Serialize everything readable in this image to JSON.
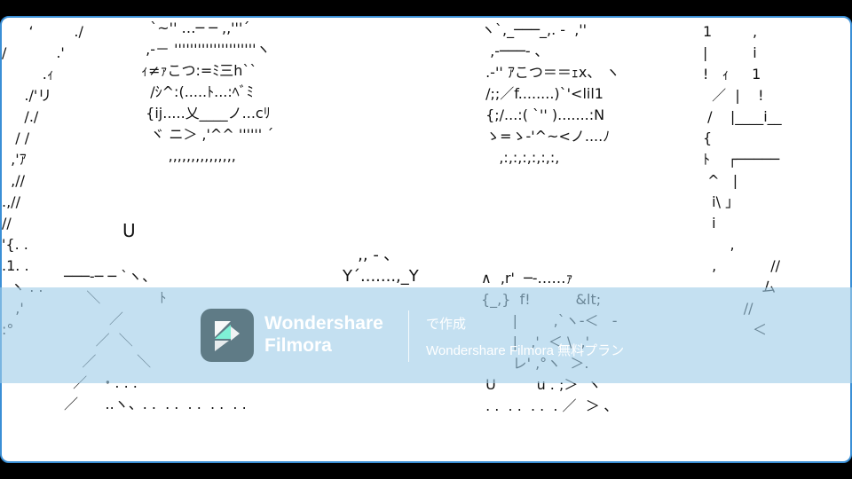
{
  "ascii_art": {
    "top_left_slashes": "      ‘         ./\n/           .'\n         .ｨ\n     ./'リ\n     /./\n   / /\n  ,'ｱ\n  ,//\n.,//\n//\n'{. .\n.1. .\n  ヽ . .\n   ,'\n:°",
    "left_face": "   `~'' …─ ─ ,,'''´\n  ,-－ '''''''''''''''''''''ヽ\n ｨ≠ｧこつ:=ﾐ三h``\n   /ｼ^:(.....ﾄ...:ﾍﾞﾐ\n  {ij.....乂____ノ...cﾘ\n   ヾ ニ＞ ,'^^ '''''' ´\n       ,,,,,,,,,,,,,,,",
    "left_u": "U",
    "left_lower": "───‐─ ─ `ヽ、\n     ＼             ﾄ\n          ／\n       ／  ＼\n    ／         ＼\n  ／   ・. . .\n／      ..ヽ、. .  . .  . .  . .  . .",
    "center_y": "   ,, ‐ ､\nY´.......,_Y",
    "right_face": "ヽ`,_───_,. ‐  ,''\n  ,-───- ､\n .-'' ｱこつ＝＝ｪx、 ヽ\n /;;／f........)`'<lil1\n {;/...:( `'' ).......:N\n ゝ=ゝ-'^~<ノ....ﾉ\n    ,:,:,:,:,:,:,",
    "right_misc": "∧  ,r'  ─‐……ｧ\n{_,}  f!          &lt;\n       |        ,`ヽ‐＜   ‐\n       |   ,'  ＜ \\  ,'\n       レ' ,°ヽ  ＞.\n U         u . ;＞  ヽ\n . .  . .  . .  . ／  ＞ ､",
    "right_edge": "1         ,\n|          i\n!   ｨ     1\n  ／  |    !\n /    |____i__\n{\nﾄ    ┌─────\n ^   |\n  i\\ ｣\n  i\n      ,\n  ,            //\n             ム\n         //\n           ＜"
  },
  "watermark": {
    "brand": "Wondershare\nFilmora",
    "line1": "で作成",
    "line2": "Wondershare Filmora 無料プラン"
  }
}
